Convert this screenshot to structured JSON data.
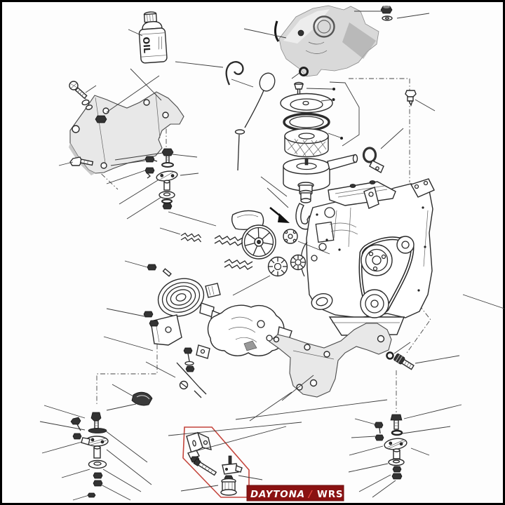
{
  "canvas": {
    "background": "#fdfdfd",
    "border_color": "#000000"
  },
  "colors": {
    "line": "#2b2b2b",
    "bracket_fill": "#e8e8e8",
    "cover_fill": "#d9d9d9",
    "highlight_red": "#c4453c",
    "logo_background": "#8a1212",
    "logo_text": "#ffffff",
    "logo_slash": "#e04840"
  },
  "labels": {
    "oil_bottle": "OIL"
  },
  "logo": {
    "brand": "DAYTONA",
    "separator": "/",
    "suffix": "WRS"
  },
  "parts": [
    "oil-bottle",
    "cylinder-head-cover",
    "cover-nut",
    "cover-washer",
    "rubber-grommet",
    "lifting-hook",
    "oil-dipstick",
    "air-filter-wing-bolt",
    "air-filter-cover",
    "air-filter-seal-ring",
    "air-filter-element",
    "air-filter-housing",
    "intake-elbow",
    "hose-clamp",
    "banjo-fitting",
    "front-engine-bracket",
    "bracket-bolt",
    "bracket-nut",
    "front-engine-mount",
    "engine-unit",
    "drive-belt",
    "crankshaft-pulley",
    "water-pump-pulley",
    "belt-idler",
    "fan-wheel",
    "ribbed-hoses",
    "shaft-flange",
    "flexible-coupling",
    "gearbox-assembly",
    "gearbox-pulley",
    "gearbox-bracket",
    "clevis-rod",
    "retaining-clip",
    "rear-engine-bracket",
    "rear-bracket-bolt",
    "engine-mount-rear-left",
    "engine-mount-rear-right",
    "buffer-kit-bracket",
    "buffer-kit-nut",
    "buffer-kit-bolt",
    "buffer-kit-stud-plate",
    "buffer-kit-rubber-mount"
  ]
}
